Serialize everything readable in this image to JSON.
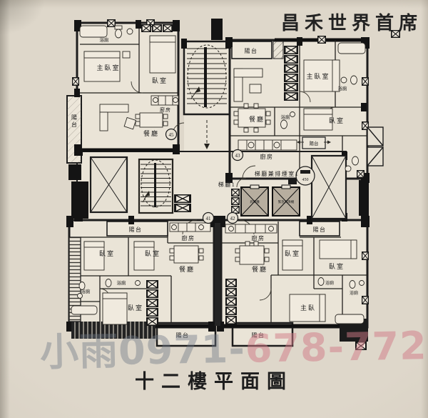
{
  "titles": {
    "project": "昌禾世界首席",
    "plan": "十二樓平面圖"
  },
  "watermark": {
    "name_part": "小雨0971-",
    "phone_part": "678-772"
  },
  "colors": {
    "paper": "#d8d1c5",
    "ink": "#1c1c1c",
    "watermark_gray": "#6e7686",
    "watermark_pink": "#cf7a86"
  },
  "core": {
    "hall1": "梯廳1",
    "smoke_hall": "梯廳兼排煙室1",
    "elevator_left": "昇降機",
    "elevator_right": "緊急昇降機",
    "elevator_capacity": "450",
    "markers": {
      "m41": "41",
      "m42": "42",
      "m43": "43",
      "m45": "45"
    }
  },
  "units": {
    "top_left": {
      "balcony": "陽台",
      "bath": "浴廁",
      "master": "主臥室",
      "bedroom": "臥室",
      "kitchen": "廚房",
      "dining": "餐廳"
    },
    "top_right": {
      "balcony": "陽台",
      "master": "主臥室",
      "bath1": "浴廁",
      "dining": "餐廳",
      "bath2": "浴廁",
      "bedroom": "臥室",
      "kitchen": "廚房",
      "balcony2": "陽台"
    },
    "bottom_left": {
      "balcony": "陽台",
      "kitchen": "廚房",
      "bedroom1": "臥室",
      "bedroom2": "臥室",
      "dining": "餐廳",
      "bath1": "浴廁",
      "bath2": "浴廁",
      "bedroom3": "臥室",
      "balcony2": "陽台"
    },
    "bottom_right": {
      "kitchen": "廚房",
      "balcony": "陽台",
      "dining": "餐廳",
      "bedroom1": "臥室",
      "bedroom2": "臥室",
      "bath1": "浴廁",
      "master": "主臥",
      "bath2": "浴廁",
      "balcony2": "陽台"
    }
  }
}
